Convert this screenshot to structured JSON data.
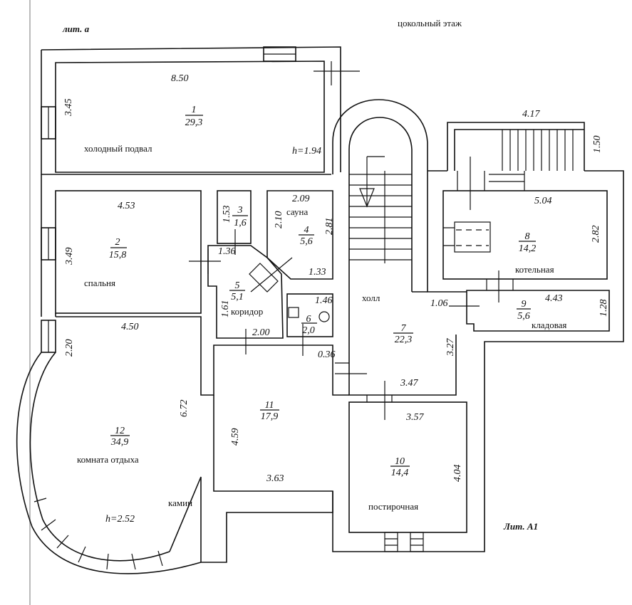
{
  "header": {
    "floor_title": "цокольный этаж",
    "lit_a": "лит. а",
    "lit_a1": "Лит. А1"
  },
  "rooms": [
    {
      "number": "1",
      "area": "29,3",
      "name": "холодный подвал",
      "height": "h=1.94"
    },
    {
      "number": "2",
      "area": "15,8",
      "name": "спальня"
    },
    {
      "number": "3",
      "area": "1,6"
    },
    {
      "number": "4",
      "area": "5,6",
      "name": "сауна"
    },
    {
      "number": "5",
      "area": "5,1",
      "name": "коридор"
    },
    {
      "number": "6",
      "area": "2,0"
    },
    {
      "number": "7",
      "area": "22,3",
      "name": "холл"
    },
    {
      "number": "8",
      "area": "14,2",
      "name": "котельная"
    },
    {
      "number": "9",
      "area": "5,6",
      "name": "кладовая"
    },
    {
      "number": "10",
      "area": "14,4",
      "name": "постирочная"
    },
    {
      "number": "11",
      "area": "17,9"
    },
    {
      "number": "12",
      "area": "34,9",
      "name": "комната отдыха",
      "height": "h=2.52",
      "extra": "камин"
    }
  ],
  "dimensions": {
    "r1_w": "8.50",
    "r1_h": "3.45",
    "r2_w": "4.53",
    "r2_h": "3.49",
    "r3_h": "1.53",
    "r3_w": "1.36",
    "r4_w": "2.09",
    "r4_h1": "2.10",
    "r4_h2": "2.81",
    "r4_b": "1.33",
    "r5_h": "1.61",
    "r5_w": "2.00",
    "r6_w": "1.46",
    "r6_d": "0.36",
    "r7_w": "3.47",
    "r7_h": "3.27",
    "r7_d": "1.06",
    "r8_w": "5.04",
    "r8_h": "2.82",
    "stair_w": "4.17",
    "stair_h": "1.50",
    "r9_w": "4.43",
    "r9_h": "1.28",
    "r10_w": "3.57",
    "r10_h": "4.04",
    "r11_h": "4.59",
    "r11_w": "3.63",
    "r12_w": "4.50",
    "r12_h1": "2.20",
    "r12_h2": "6.72"
  }
}
